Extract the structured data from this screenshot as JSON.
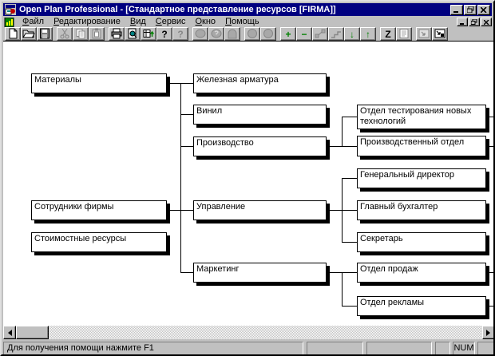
{
  "window": {
    "title": "Open Plan Professional - [Стандартное представление ресурсов [FIRMA]]"
  },
  "menu": {
    "items": [
      "Файл",
      "Редактирование",
      "Вид",
      "Сервис",
      "Окно",
      "Помощь"
    ]
  },
  "toolbar": {
    "buttons": [
      {
        "name": "new-document",
        "enabled": true
      },
      {
        "name": "open-folder",
        "enabled": true
      },
      {
        "name": "save",
        "enabled": true
      },
      {
        "name": "cut",
        "enabled": false
      },
      {
        "name": "copy",
        "enabled": false
      },
      {
        "name": "paste",
        "enabled": false
      },
      {
        "name": "print",
        "enabled": true
      },
      {
        "name": "print-preview",
        "enabled": true
      },
      {
        "name": "table-update",
        "enabled": true
      },
      {
        "name": "help",
        "glyph": "?",
        "enabled": true
      },
      {
        "name": "context-help",
        "glyph": "?",
        "enabled": false
      },
      {
        "name": "node-oval",
        "enabled": false
      },
      {
        "name": "node-oval-query",
        "enabled": false
      },
      {
        "name": "node-arch",
        "enabled": false
      },
      {
        "name": "node-circle-a",
        "enabled": false
      },
      {
        "name": "node-circle-b",
        "enabled": false
      },
      {
        "name": "expand-plus",
        "glyph": "+",
        "enabled": true
      },
      {
        "name": "collapse-minus",
        "glyph": "−",
        "enabled": true
      },
      {
        "name": "link-nodes",
        "enabled": false
      },
      {
        "name": "outline-steps",
        "enabled": false
      },
      {
        "name": "move-down",
        "glyph": "↓",
        "enabled": true
      },
      {
        "name": "move-up",
        "glyph": "↑",
        "enabled": true
      },
      {
        "name": "zigzag-sort",
        "glyph": "Z",
        "enabled": true
      },
      {
        "name": "notes",
        "enabled": false
      },
      {
        "name": "fit-window",
        "enabled": false
      },
      {
        "name": "expand-window",
        "enabled": true
      }
    ]
  },
  "diagram": {
    "boxes": [
      {
        "label": "Материалы"
      },
      {
        "label": "Сотрудники фирмы"
      },
      {
        "label": "Стоимостные ресурсы"
      },
      {
        "label": "Железная арматура"
      },
      {
        "label": "Винил"
      },
      {
        "label": "Производство"
      },
      {
        "label": "Управление"
      },
      {
        "label": "Маркетинг"
      },
      {
        "label": "Отдел тестирования новых технологий"
      },
      {
        "label": "Производственный отдел"
      },
      {
        "label": "Генеральный директор"
      },
      {
        "label": "Главный бухгалтер"
      },
      {
        "label": "Секретарь"
      },
      {
        "label": "Отдел продаж"
      },
      {
        "label": "Отдел рекламы"
      }
    ],
    "hierarchy": {
      "Материалы": [
        "Железная арматура",
        "Винил"
      ],
      "Сотрудники фирмы": [
        "Производство",
        "Управление",
        "Маркетинг"
      ],
      "Стоимостные ресурсы": [],
      "Производство": [
        "Отдел тестирования новых технологий",
        "Производственный отдел"
      ],
      "Управление": [
        "Генеральный директор",
        "Главный бухгалтер",
        "Секретарь"
      ],
      "Маркетинг": [
        "Отдел продаж",
        "Отдел рекламы"
      ]
    },
    "boxes_with_offscreen_children": [
      "Отдел тестирования новых технологий",
      "Производственный отдел",
      "Отдел продаж",
      "Отдел рекламы"
    ]
  },
  "statusbar": {
    "message": "Для получения помощи нажмите F1",
    "num_indicator": "NUM"
  },
  "colors": {
    "titlebar": "#000080",
    "chrome": "#c0c0c0",
    "canvas": "#ffffff",
    "enabled_icon": "#000000",
    "disabled_icon": "#878787",
    "green_icon": "#008000",
    "preview_lens": "#008080"
  }
}
